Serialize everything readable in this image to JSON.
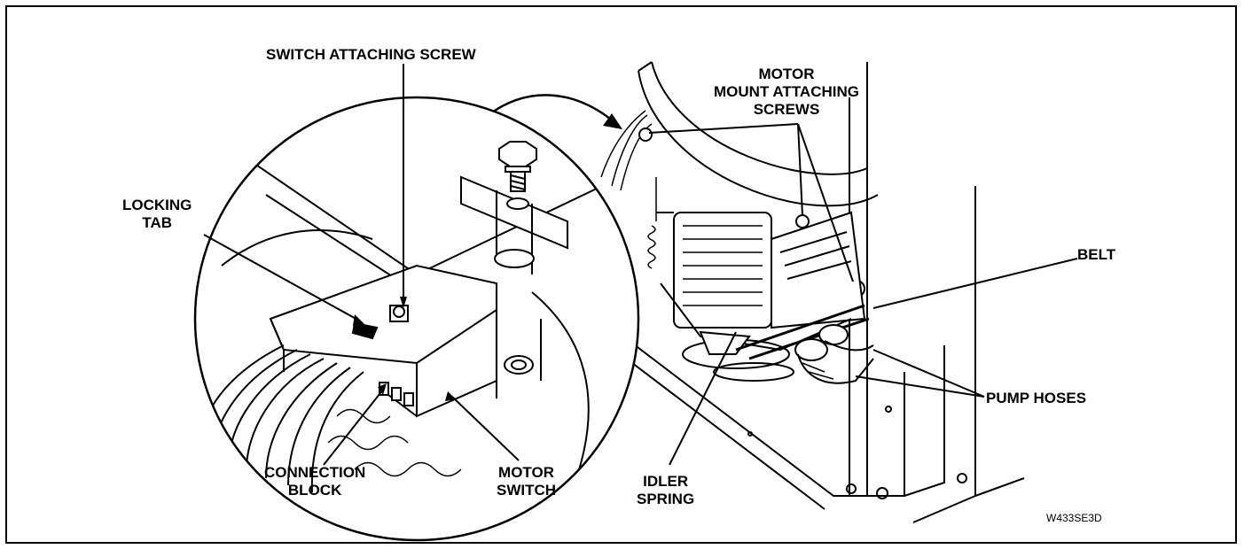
{
  "figure": {
    "code": "W433SE3D"
  },
  "callouts": {
    "switch_attaching_screw": "SWITCH ATTACHING SCREW",
    "motor_mount_attaching_screws": [
      "MOTOR",
      "MOUNT ATTACHING",
      "SCREWS"
    ],
    "locking_tab": [
      "LOCKING",
      "TAB"
    ],
    "belt": "BELT",
    "pump_hoses": "PUMP HOSES",
    "connection_block": [
      "CONNECTION",
      "BLOCK"
    ],
    "motor_switch": [
      "MOTOR",
      "SWITCH"
    ],
    "idler_spring": [
      "IDLER",
      "SPRING"
    ]
  },
  "colors": {
    "ink": "#000000",
    "paper": "#ffffff",
    "shade": "#d9d9d9"
  }
}
